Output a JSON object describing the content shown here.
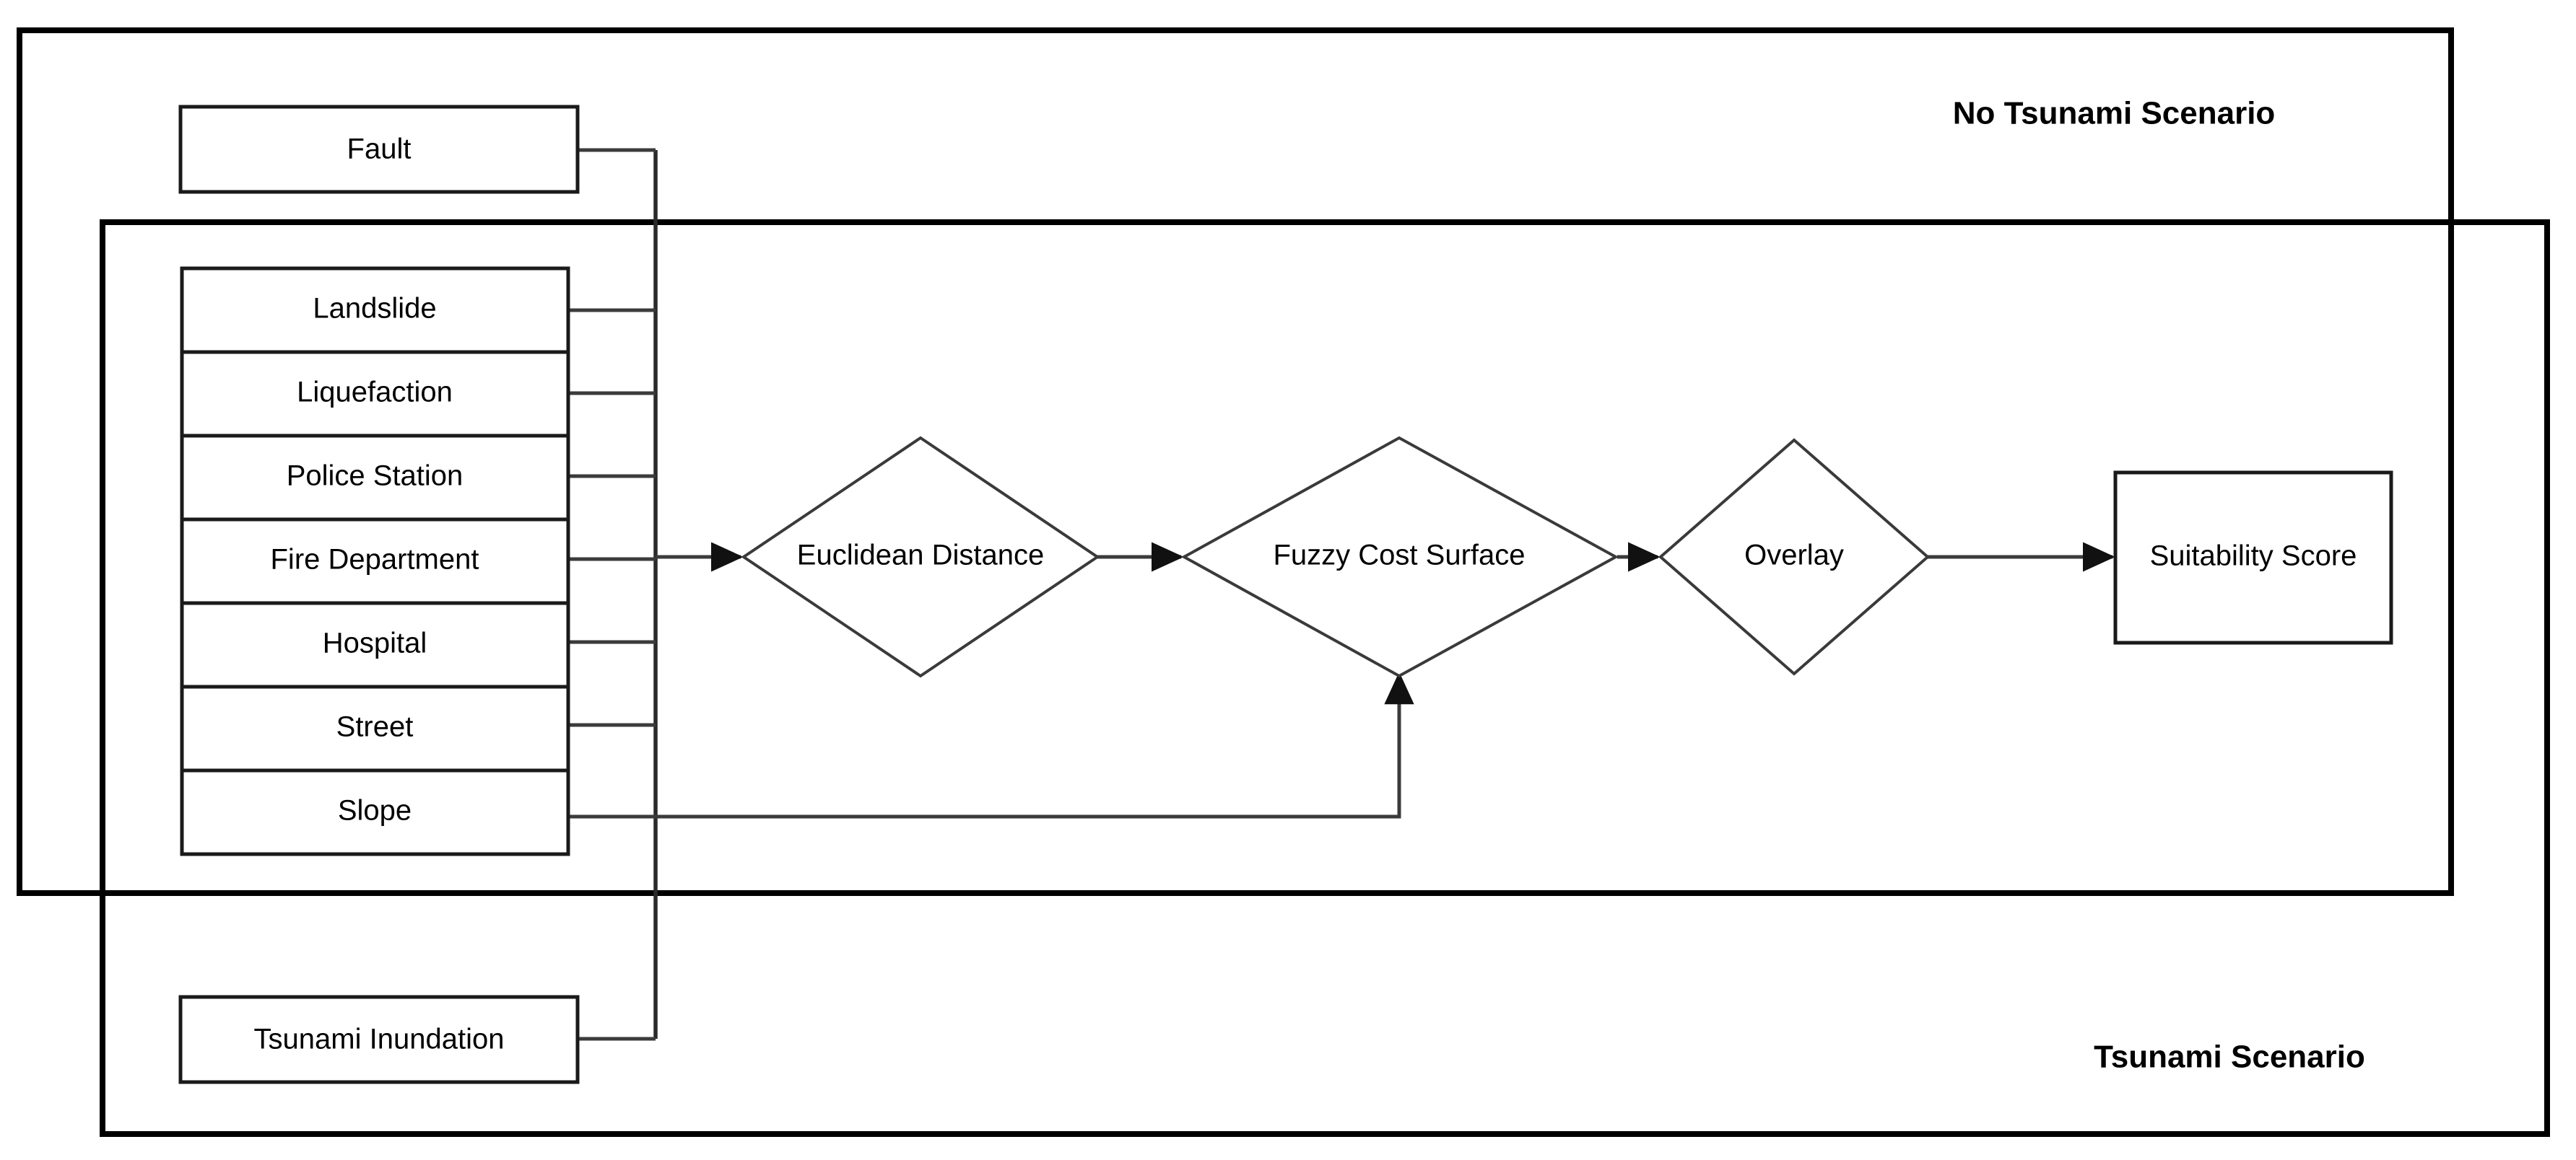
{
  "diagram": {
    "title_no_tsunami": "No Tsunami Scenario",
    "title_tsunami": "Tsunami Scenario",
    "colors": {
      "background": "#ffffff",
      "container_border": "#000000",
      "node_border": "#1a1a1a",
      "diamond_border": "#3a3a3a",
      "connector": "#3b3b3b",
      "text": "#000000"
    },
    "containers": [
      {
        "name": "no-tsunami-scenario",
        "label": "No Tsunami Scenario"
      },
      {
        "name": "tsunami-scenario",
        "label": "Tsunami Scenario"
      }
    ],
    "inputs_outer": [
      {
        "id": "fault",
        "label": "Fault"
      }
    ],
    "inputs_stack": [
      {
        "id": "landslide",
        "label": "Landslide"
      },
      {
        "id": "liquefaction",
        "label": "Liquefaction"
      },
      {
        "id": "police-station",
        "label": "Police Station"
      },
      {
        "id": "fire-department",
        "label": "Fire Department"
      },
      {
        "id": "hospital",
        "label": "Hospital"
      },
      {
        "id": "street",
        "label": "Street"
      },
      {
        "id": "slope",
        "label": "Slope"
      }
    ],
    "inputs_tsunami": [
      {
        "id": "tsunami-inundation",
        "label": "Tsunami Inundation"
      }
    ],
    "processes": [
      {
        "id": "euclidean-distance",
        "label": "Euclidean Distance",
        "shape": "diamond"
      },
      {
        "id": "fuzzy-cost-surface",
        "label": "Fuzzy Cost Surface",
        "shape": "diamond"
      },
      {
        "id": "overlay",
        "label": "Overlay",
        "shape": "diamond"
      }
    ],
    "outputs": [
      {
        "id": "suitability-score",
        "label": "Suitability Score",
        "shape": "rectangle"
      }
    ],
    "edges": [
      {
        "from": "fault",
        "to": "euclidean-distance"
      },
      {
        "from": "landslide",
        "to": "euclidean-distance"
      },
      {
        "from": "liquefaction",
        "to": "euclidean-distance"
      },
      {
        "from": "police-station",
        "to": "euclidean-distance"
      },
      {
        "from": "fire-department",
        "to": "euclidean-distance"
      },
      {
        "from": "hospital",
        "to": "euclidean-distance"
      },
      {
        "from": "street",
        "to": "euclidean-distance"
      },
      {
        "from": "tsunami-inundation",
        "to": "euclidean-distance"
      },
      {
        "from": "slope",
        "to": "fuzzy-cost-surface"
      },
      {
        "from": "euclidean-distance",
        "to": "fuzzy-cost-surface"
      },
      {
        "from": "fuzzy-cost-surface",
        "to": "overlay"
      },
      {
        "from": "overlay",
        "to": "suitability-score"
      }
    ]
  }
}
